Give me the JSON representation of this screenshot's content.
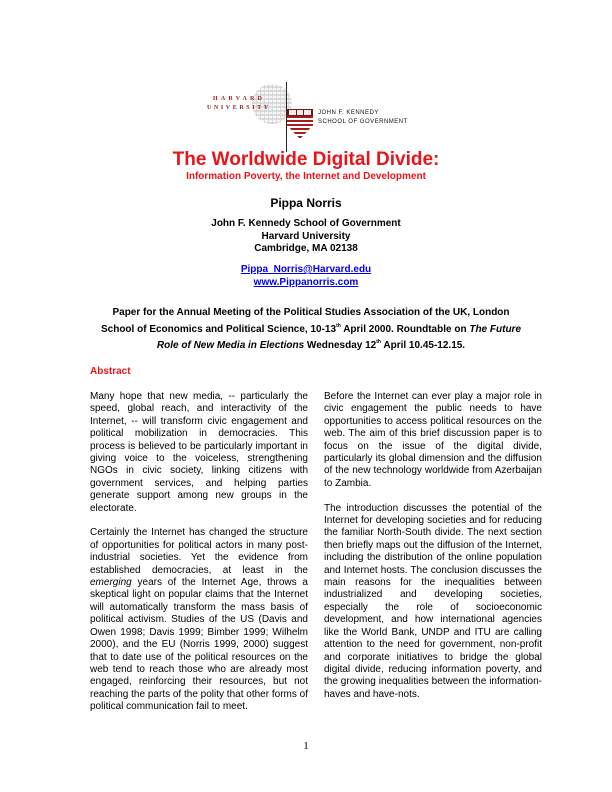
{
  "logo": {
    "harvard": "HARVARD",
    "university": "UNIVERSITY",
    "jfk_line1": "JOHN F. KENNEDY",
    "jfk_line2": "SCHOOL OF GOVERNMENT",
    "icon": "harvard-shield-icon"
  },
  "header": {
    "title": "The Worldwide Digital Divide:",
    "subtitle": "Information Poverty, the Internet and Development",
    "author": "Pippa Norris",
    "affiliation": [
      "John F. Kennedy School of Government",
      "Harvard University",
      "Cambridge, MA 02138"
    ],
    "email": "Pippa_Norris@Harvard.edu",
    "website": "www.Pippanorris.com"
  },
  "paper_note": {
    "line1": "Paper for the Annual Meeting of the Political Studies Association of the UK, London",
    "line2_a": "School of Economics and Political Science, 10-13",
    "line2_sup": "th",
    "line2_b": " April 2000. Roundtable on ",
    "line2_italic": "The Future",
    "line3_italic": "Role of New Media in Elections",
    "line3_a": " Wednesday 12",
    "line3_sup": "th",
    "line3_b": " April 10.45-12.15."
  },
  "abstract": {
    "heading": "Abstract",
    "left_col": {
      "p1": "Many hope that new media, -- particularly the speed, global reach, and interactivity of the Internet, -- will transform civic engagement and political mobilization in democracies. This process is believed to be particularly important in giving voice to the voiceless, strengthening NGOs in civic society, linking citizens with government services, and helping parties generate support among new groups in the electorate.",
      "p2_a": "Certainly the Internet has changed the structure of opportunities for political actors in many post-industrial societies. Yet the evidence from established democracies, at least in the ",
      "p2_italic": "emerging",
      "p2_b": " years of the Internet Age, throws a skeptical light on popular claims that the Internet will automatically transform the mass basis of political activism. Studies of the US (Davis and Owen 1998; Davis 1999; Bimber 1999; Wilhelm 2000), and the EU (Norris 1999, 2000) suggest that to date use of the political resources on the web tend to reach those who are already most engaged, reinforcing their resources, but not reaching the parts of the polity that other forms of political communication fail to meet."
    },
    "right_col": {
      "p1": "Before the Internet can ever play a major role in civic engagement the public needs to have opportunities to access political resources on the web. The aim of this brief discussion paper is to focus on the issue of the digital divide, particularly its global dimension and the diffusion of the new technology worldwide from Azerbaijan to Zambia.",
      "p2": "The introduction discusses the potential of the Internet for developing societies and for reducing the familiar North-South divide. The next section then briefly maps out the diffusion of the Internet, including the distribution of the online population and Internet hosts. The conclusion discusses the main reasons for the inequalities between industrialized and developing societies, especially the role of socioeconomic development, and how international agencies like the World Bank, UNDP and ITU are calling attention to the need for government, non-profit and corporate initiatives to bridge the global digital divide, reducing information poverty, and the growing inequalities between the information-haves and have-nots."
    }
  },
  "footer": {
    "page_number": "1"
  },
  "colors": {
    "title_red": "#e8161b",
    "link_blue": "#0000ee",
    "shield_crimson": "#a51c1c"
  }
}
